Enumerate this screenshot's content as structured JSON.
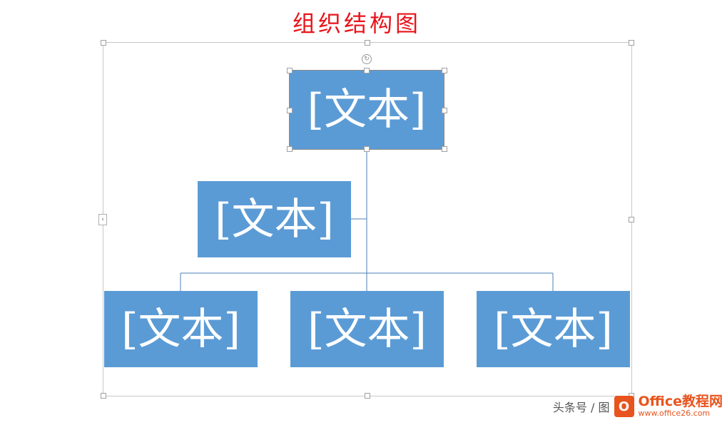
{
  "title": "组织结构图",
  "nodes": {
    "root": "[文本]",
    "assistant": "[文本]",
    "child_1": "[文本]",
    "child_2": "[文本]",
    "child_3": "[文本]"
  },
  "colors": {
    "title": "#e8141b",
    "node_fill": "#5b9bd5",
    "node_text": "#ffffff",
    "connector": "#4a7fb5"
  },
  "icons": {
    "rotate": "rotate-handle-icon",
    "expander": "text-pane-expander-icon",
    "office_logo": "office-logo-icon"
  },
  "watermark": {
    "prefix": "头条号 / 图",
    "brand": "Office教程网",
    "url": "www.office26.com"
  }
}
